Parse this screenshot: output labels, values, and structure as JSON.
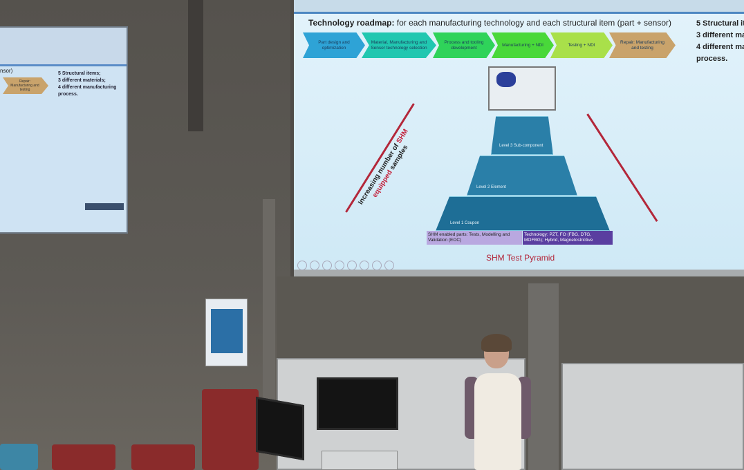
{
  "left_screen": {
    "title_fragment": "nsor)",
    "arrow_label": "Repair: Manufacturing and testing",
    "list": [
      "5 Structural items;",
      "3 different materials;",
      "4 different manufacturing",
      "process."
    ]
  },
  "main_screen": {
    "title_bold": "Technology roadmap:",
    "title_rest": " for each manufacturing technology and each structural item (part + sensor)",
    "steps": [
      {
        "label": "Part design and optimization",
        "color": "#2ea3d6"
      },
      {
        "label": "Material, Manufacturing and Sensor technology selection",
        "color": "#21c7b0"
      },
      {
        "label": "Process and tooling development",
        "color": "#2fd35a"
      },
      {
        "label": "Manufacturing + NDI",
        "color": "#49d83a"
      },
      {
        "label": "Testing + NDI",
        "color": "#a9e04a"
      },
      {
        "label": "Repair: Manufacturing and testing",
        "color": "#c9a36b"
      }
    ],
    "side_list": [
      "5 Structural it",
      "3 different ma",
      "4 different ma",
      "process."
    ],
    "pyramid": {
      "vertical_label_1": "Increasing number of ",
      "vertical_label_red_1": "SHM",
      "vertical_label_red_2": "equipped",
      "vertical_label_2": " samples",
      "levels": [
        "Level 3 Sub-component",
        "Level 2 Element",
        "Level 1 Coupon"
      ],
      "left_box": "SHM enabled parts: Tests, Modelling and Validation (EOC)",
      "right_box": "Technology: PZT, FO (FBG, DTG, MOFBG); Hybrid, Magnetostrictive",
      "caption": "SHM Test Pyramid"
    }
  }
}
